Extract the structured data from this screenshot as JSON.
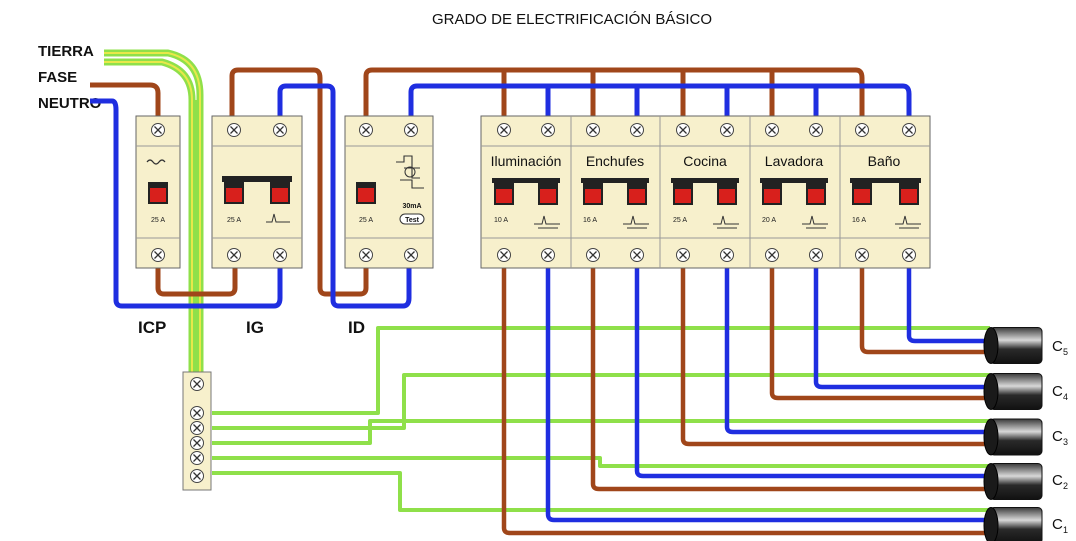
{
  "title": "GRADO DE ELECTRIFICACIÓN BÁSICO",
  "supply_labels": {
    "tierra": "TIERRA",
    "fase": "FASE",
    "neutro": "NEUTRO"
  },
  "devices": {
    "icp": "ICP",
    "ig": "IG",
    "id": "ID"
  },
  "device_ratings": {
    "icp": "25 A",
    "ig": "25 A",
    "id": "25 A",
    "id_sensitivity": "30mA",
    "id_test": "Test"
  },
  "circuits": [
    {
      "name": "Iluminación",
      "rating": "10 A",
      "tag": "C",
      "sub": "1"
    },
    {
      "name": "Enchufes",
      "rating": "16 A",
      "tag": "C",
      "sub": "2"
    },
    {
      "name": "Cocina",
      "rating": "25 A",
      "tag": "C",
      "sub": "3"
    },
    {
      "name": "Lavadora",
      "rating": "20 A",
      "tag": "C",
      "sub": "4"
    },
    {
      "name": "Baño",
      "rating": "16 A",
      "tag": "C",
      "sub": "5"
    }
  ],
  "colors": {
    "tierra": "#8fe04a",
    "tierra_stripe": "#e8e84a",
    "fase": "#a0461a",
    "neutro": "#1f2ee0",
    "panel": "#f7f0cc",
    "switch_red": "#d8201c"
  }
}
